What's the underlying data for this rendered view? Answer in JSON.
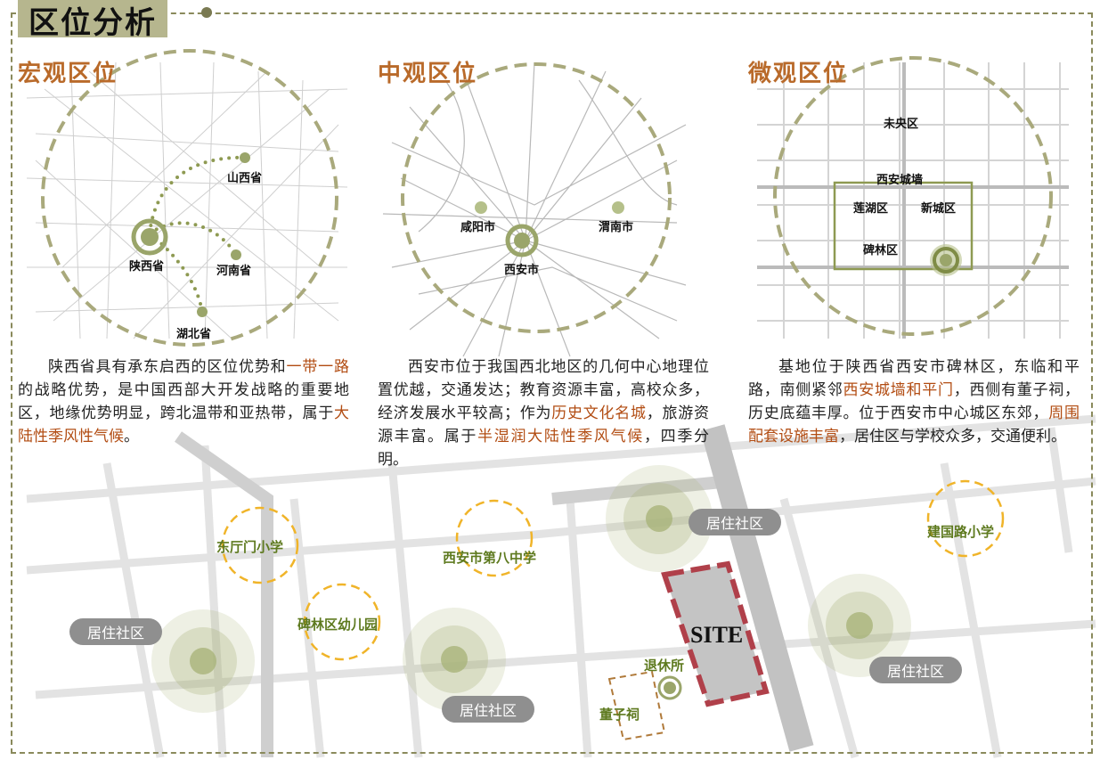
{
  "header": {
    "title": "区位分析"
  },
  "macro": {
    "title": "宏观区位",
    "labels": {
      "shaanxi": "陕西省",
      "shanxi": "山西省",
      "henan": "河南省",
      "hubei": "湖北省"
    },
    "para": {
      "p1": "陕西省具有承东启西的区位优势和",
      "h1": "一带一路",
      "p2": "的战略优势，是中国西部大开发战略的重要地区，地缘优势明显，跨北温带和亚热带，属于",
      "h2": "大陆性季风性气候",
      "p3": "。"
    }
  },
  "meso": {
    "title": "中观区位",
    "labels": {
      "xianyang": "咸阳市",
      "weinan": "渭南市",
      "xian": "西安市"
    },
    "para": {
      "p1": "西安市位于我国西北地区的几何中心地理位置优越，交通发达；教育资源丰富，高校众多，经济发展水平较高；作为",
      "h1": "历史文化名城",
      "p2": "，旅游资源丰富。属于",
      "h2": "半湿润大陆性季风气候",
      "p3": "，四季分明。"
    }
  },
  "micro": {
    "title": "微观区位",
    "labels": {
      "weiyang": "未央区",
      "citywall": "西安城墙",
      "lianhu": "莲湖区",
      "xincheng": "新城区",
      "beilin": "碑林区"
    },
    "para": {
      "p1": "基地位于陕西省西安市碑林区，东临和平路，南侧紧邻",
      "h1": "西安城墙和平门",
      "p2": "，西侧有董子祠，历史底蕴丰厚。位于西安市中心城区东郊，",
      "h2": "周围配套设施丰富",
      "p3": "，居住区与学校众多，交通便利。"
    }
  },
  "site_map": {
    "site": "SITE",
    "schools": {
      "dongtingmen": "东厅门小学",
      "beilin_kg": "碑林区幼儿园",
      "xian_no8": "西安市第八中学",
      "jianguolu": "建国路小学"
    },
    "residential": "居住社区",
    "retirement": "退休所",
    "dongzici": "董子祠"
  },
  "colors": {
    "accent": "#b96a2a",
    "highlight": "#b24c12",
    "olive": "#9aa56a",
    "site_border": "#b0404a",
    "site_fill": "#c4c4c4"
  }
}
